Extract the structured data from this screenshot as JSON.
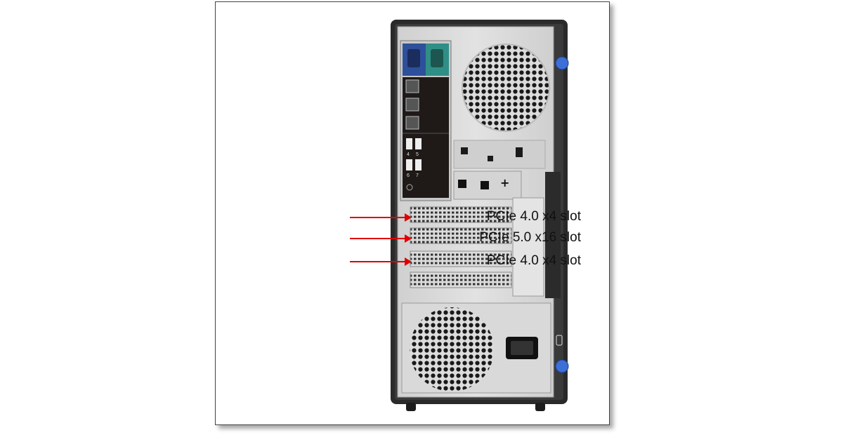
{
  "callouts": [
    {
      "id": "slot-1",
      "label": "PCIe 4.0 x4 slot"
    },
    {
      "id": "slot-2",
      "label": "PCIe 5.0 x16 slot"
    },
    {
      "id": "slot-3",
      "label": "PCIe 4.0 x4 slot"
    }
  ],
  "ports": {
    "usb_numbers": [
      "4",
      "5",
      "6",
      "7"
    ]
  },
  "colors": {
    "arrow": "#e00000",
    "chassis": "#2a2a2a",
    "panel": "#d7d7d7",
    "vga": "#2e4f9a",
    "serial": "#2f8f86",
    "blue_knob": "#3d6fd6"
  }
}
